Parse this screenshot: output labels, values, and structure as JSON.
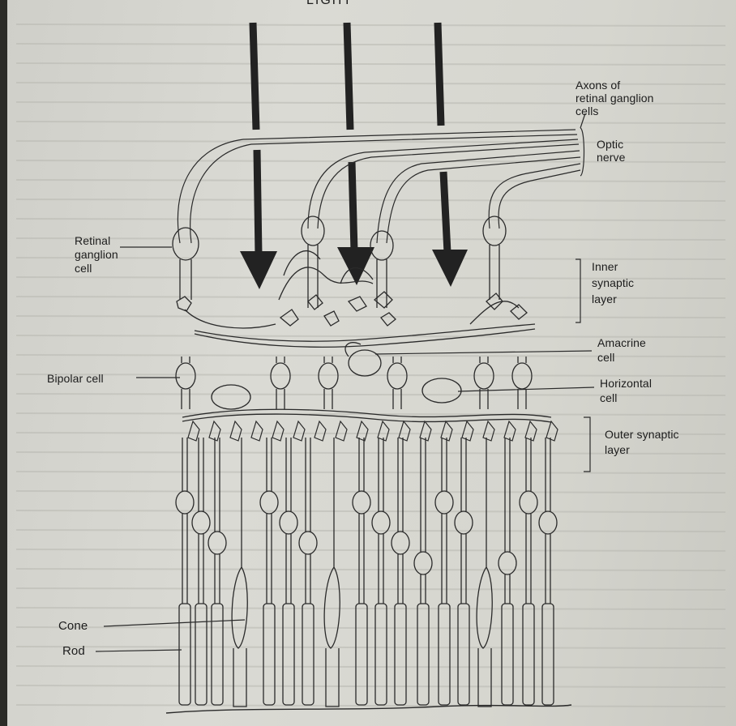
{
  "figure": {
    "light_label": "LIGHT",
    "labels": {
      "axons": "Axons of\nretinal ganglion\ncells",
      "optic_nerve": "Optic\nnerve",
      "ganglion_cell": "Retinal\nganglion\ncell",
      "inner_synaptic": "Inner\nsynaptic\nlayer",
      "amacrine": "Amacrine\ncell",
      "bipolar": "Bipolar cell",
      "horizontal": "Horizontal\ncell",
      "outer_synaptic": "Outer synaptic\nlayer",
      "cone": "Cone",
      "rod": "Rod"
    },
    "colors": {
      "paper": "#d6d6cf",
      "ink": "#2a2a2a",
      "arrow": "#222222"
    }
  }
}
